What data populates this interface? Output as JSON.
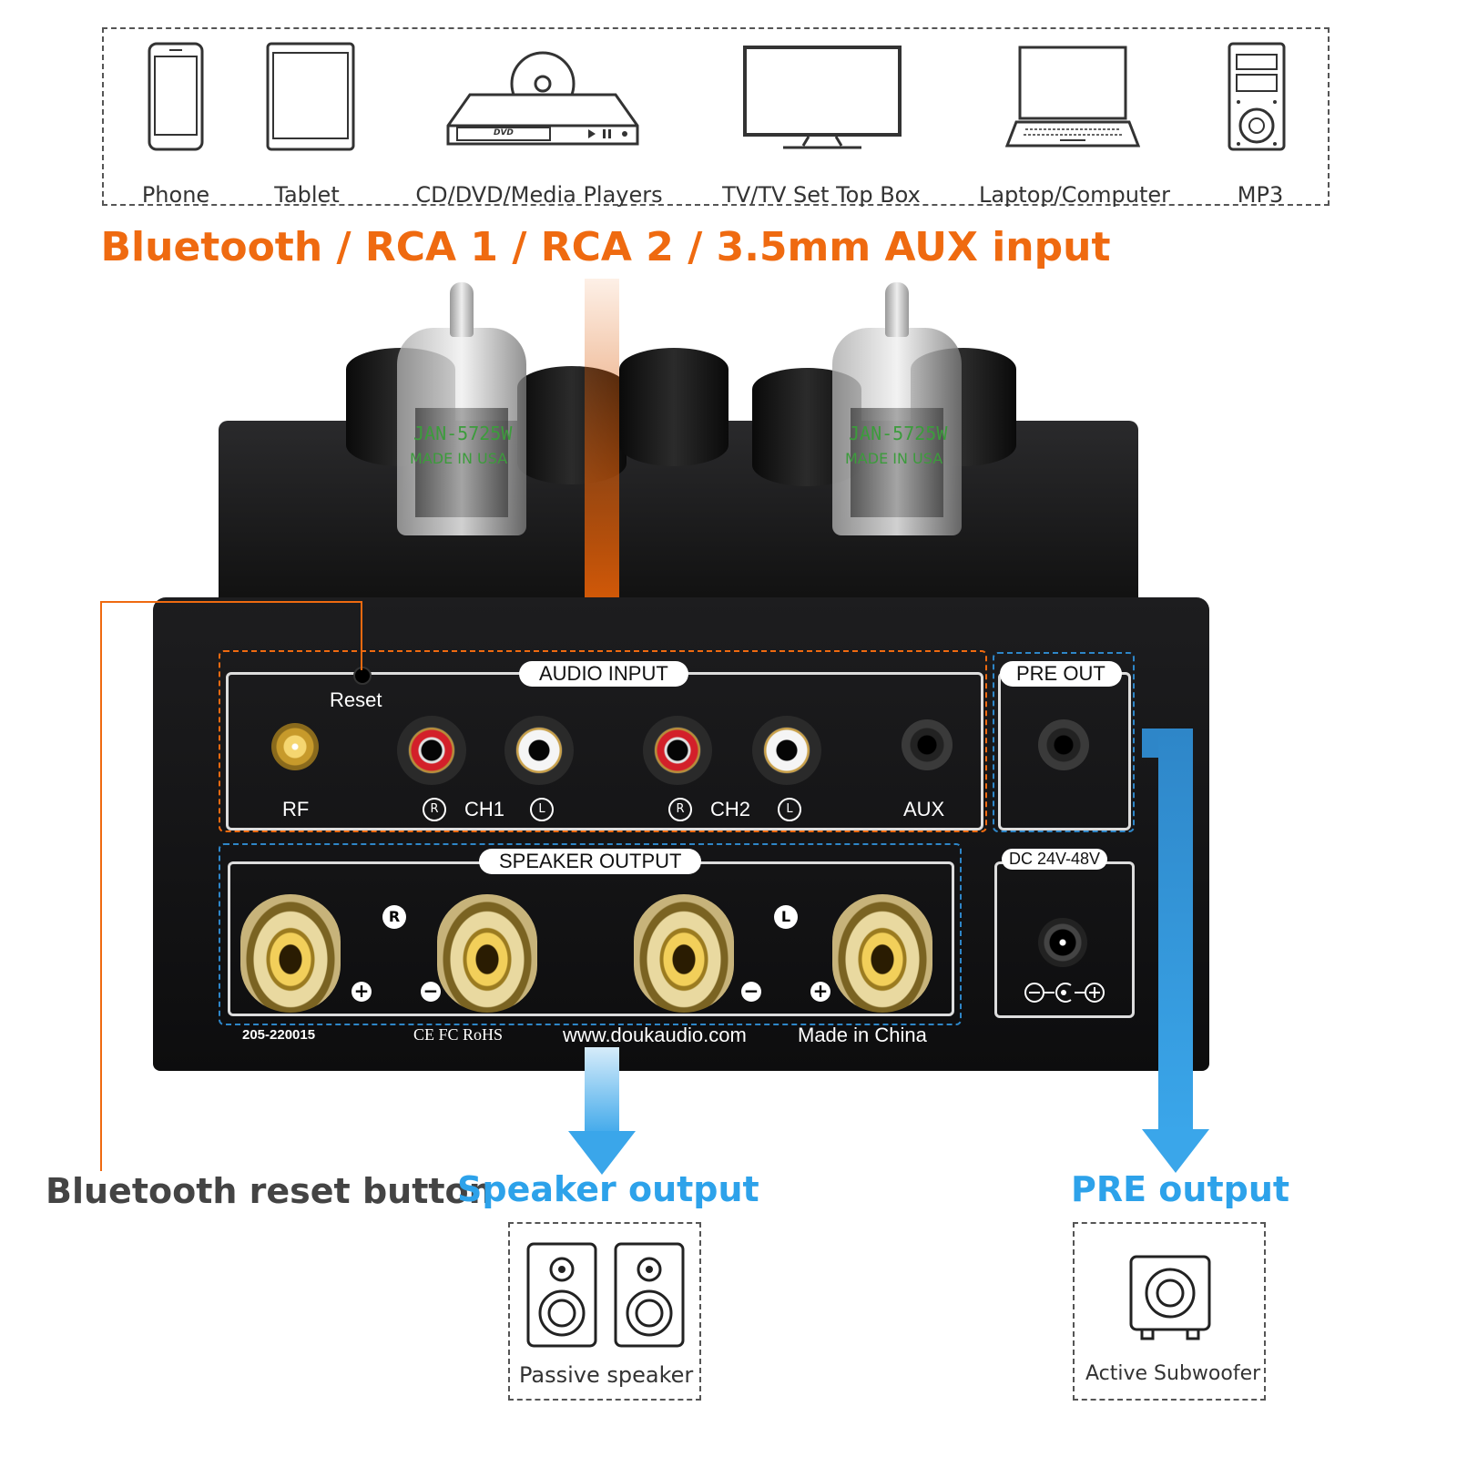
{
  "devices": [
    {
      "label": "Phone",
      "icon": "phone-icon"
    },
    {
      "label": "Tablet",
      "icon": "tablet-icon"
    },
    {
      "label": "CD/DVD/Media Players",
      "icon": "dvd-player-icon"
    },
    {
      "label": "TV/TV Set Top Box",
      "icon": "tv-icon"
    },
    {
      "label": "Laptop/Computer",
      "icon": "laptop-icon"
    },
    {
      "label": "MP3",
      "icon": "mp3-player-icon"
    }
  ],
  "dvd_badge": "DVD",
  "source_heading": "Bluetooth / RCA 1 / RCA 2 / 3.5mm AUX input",
  "panel": {
    "audio_input_title": "AUDIO INPUT",
    "pre_out_title": "PRE OUT",
    "speaker_output_title": "SPEAKER OUTPUT",
    "dc_title": "DC 24V-48V",
    "reset_label": "Reset",
    "rf_label": "RF",
    "ch1_label": "CH1",
    "ch2_label": "CH2",
    "aux_label": "AUX",
    "r_mark": "R",
    "l_mark": "L",
    "plus": "+",
    "minus": "−",
    "cert_number": "205-220015",
    "cert_marks": "CE FC RoHS",
    "website": "www.doukaudio.com",
    "origin": "Made in China",
    "tube_text_1": "JAN-5725W",
    "tube_text_2": "MADE IN USA"
  },
  "callouts": {
    "reset": "Bluetooth reset button",
    "speaker": "Speaker output",
    "pre": "PRE output"
  },
  "destinations": {
    "passive": "Passive speaker",
    "active": "Active Subwoofer"
  },
  "colors": {
    "input_accent": "#ef6a10",
    "output_accent": "#2da2ea",
    "pre_accent": "#2e86c8"
  }
}
